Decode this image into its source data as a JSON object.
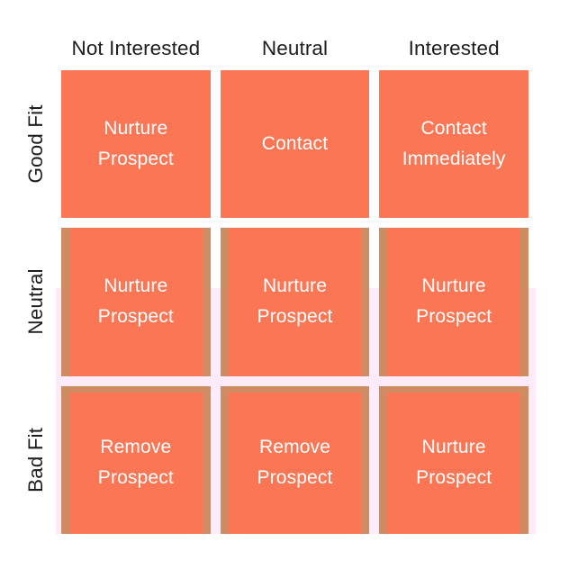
{
  "chart_data": {
    "type": "heatmap",
    "title": "",
    "xlabel": "",
    "ylabel": "",
    "column_headers": [
      "Not Interested",
      "Neutral",
      "Interested"
    ],
    "row_headers": [
      "Good Fit",
      "Neutral",
      "Bad Fit"
    ],
    "cells": [
      [
        {
          "line1": "Nurture",
          "line2": "Prospect"
        },
        {
          "line1": "Contact",
          "line2": ""
        },
        {
          "line1": "Contact",
          "line2": "Immediately"
        }
      ],
      [
        {
          "line1": "Nurture",
          "line2": "Prospect"
        },
        {
          "line1": "Nurture",
          "line2": "Prospect"
        },
        {
          "line1": "Nurture",
          "line2": "Prospect"
        }
      ],
      [
        {
          "line1": "Remove",
          "line2": "Prospect"
        },
        {
          "line1": "Remove",
          "line2": "Prospect"
        },
        {
          "line1": "Nurture",
          "line2": "Prospect"
        }
      ]
    ],
    "colors": {
      "cell_fill": "#fa7655",
      "cell_text": "#ffffff",
      "header_text": "#1d1d1d",
      "background": "#ffffff",
      "band_overlay": "#fcdef6",
      "band_edge": "#ce8c62"
    },
    "legend": "none",
    "grid": false
  }
}
